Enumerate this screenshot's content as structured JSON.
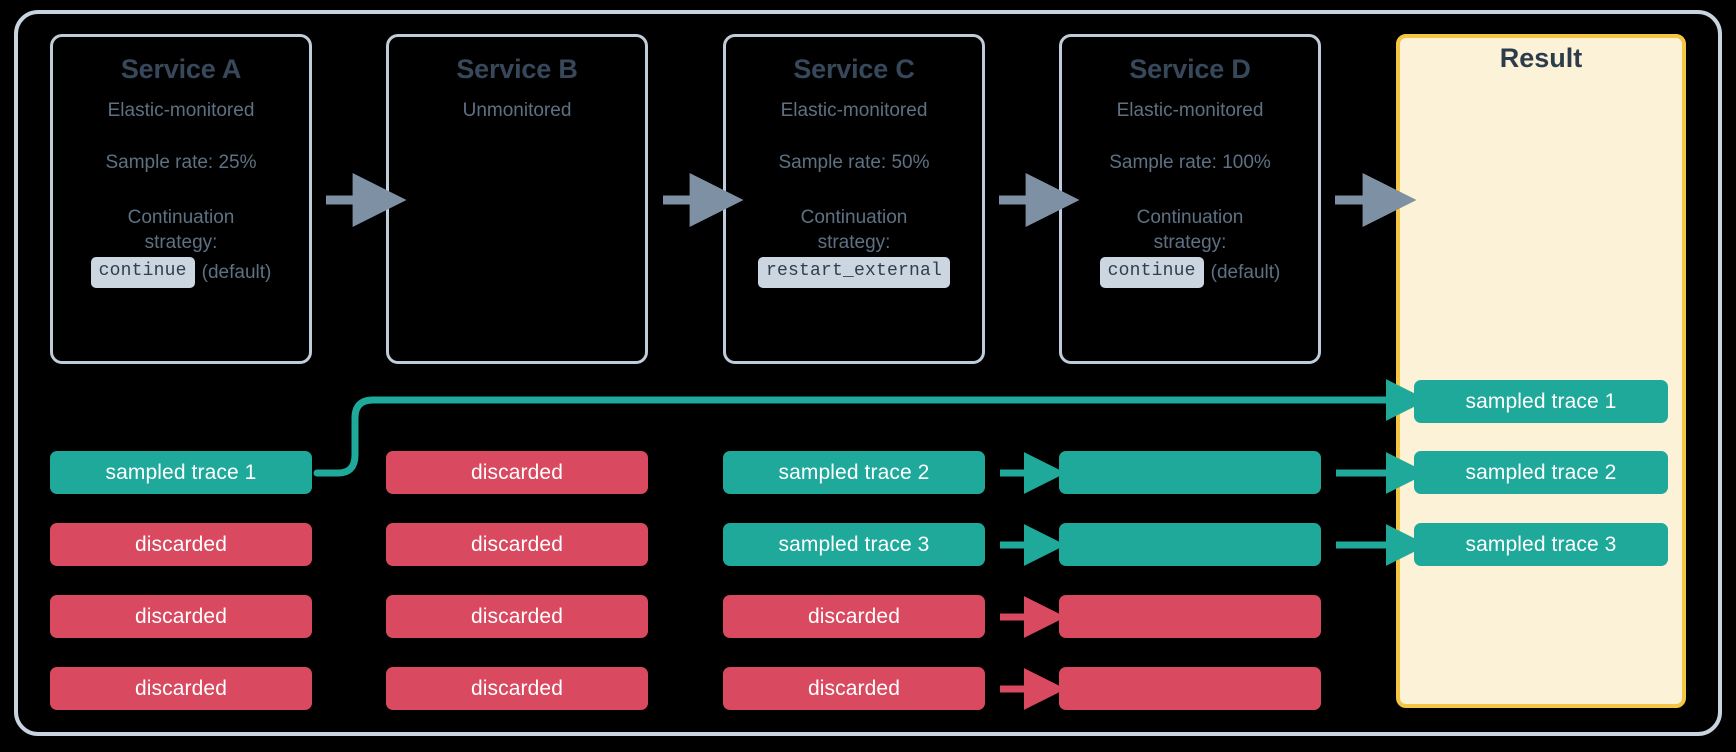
{
  "colors": {
    "teal": "#1fa99b",
    "red": "#d9495f",
    "frame_border": "#c8d4e0",
    "card_border": "#c0ccd9",
    "result_border": "#f5c544",
    "result_fill": "#fbf2d7",
    "arrow_gray": "#7d90a4",
    "title_text": "#37485a",
    "body_text": "#5e7183",
    "code_bg": "#cbd6e0",
    "background": "#000000"
  },
  "services": [
    {
      "title": "Service A",
      "monitoring": "Elastic-monitored",
      "sample_rate": "Sample rate: 25%",
      "continuation_label_1": "Continuation",
      "continuation_label_2": "strategy:",
      "strategy_code": "continue",
      "strategy_note": "(default)"
    },
    {
      "title": "Service B",
      "monitoring": "Unmonitored",
      "sample_rate": "",
      "continuation_label_1": "",
      "continuation_label_2": "",
      "strategy_code": "",
      "strategy_note": ""
    },
    {
      "title": "Service C",
      "monitoring": "Elastic-monitored",
      "sample_rate": "Sample rate: 50%",
      "continuation_label_1": "Continuation",
      "continuation_label_2": "strategy:",
      "strategy_code": "restart_external",
      "strategy_note": ""
    },
    {
      "title": "Service D",
      "monitoring": "Elastic-monitored",
      "sample_rate": "Sample rate: 100%",
      "continuation_label_1": "Continuation",
      "continuation_label_2": "strategy:",
      "strategy_code": "continue",
      "strategy_note": "(default)"
    }
  ],
  "result": {
    "title": "Result",
    "traces": [
      {
        "label": "sampled trace 1",
        "state": "teal"
      },
      {
        "label": "sampled trace 2",
        "state": "teal"
      },
      {
        "label": "sampled trace 3",
        "state": "teal"
      }
    ]
  },
  "trace_columns": [
    {
      "service": "Service A",
      "rows": [
        {
          "label": "sampled trace 1",
          "state": "teal"
        },
        {
          "label": "discarded",
          "state": "red"
        },
        {
          "label": "discarded",
          "state": "red"
        },
        {
          "label": "discarded",
          "state": "red"
        }
      ]
    },
    {
      "service": "Service B",
      "rows": [
        {
          "label": "discarded",
          "state": "red"
        },
        {
          "label": "discarded",
          "state": "red"
        },
        {
          "label": "discarded",
          "state": "red"
        },
        {
          "label": "discarded",
          "state": "red"
        }
      ]
    },
    {
      "service": "Service C",
      "rows": [
        {
          "label": "sampled trace 2",
          "state": "teal"
        },
        {
          "label": "sampled trace 3",
          "state": "teal"
        },
        {
          "label": "discarded",
          "state": "red"
        },
        {
          "label": "discarded",
          "state": "red"
        }
      ]
    },
    {
      "service": "Service D",
      "rows": [
        {
          "label": "",
          "state": "teal"
        },
        {
          "label": "",
          "state": "teal"
        },
        {
          "label": "",
          "state": "red"
        },
        {
          "label": "",
          "state": "red"
        }
      ]
    }
  ]
}
